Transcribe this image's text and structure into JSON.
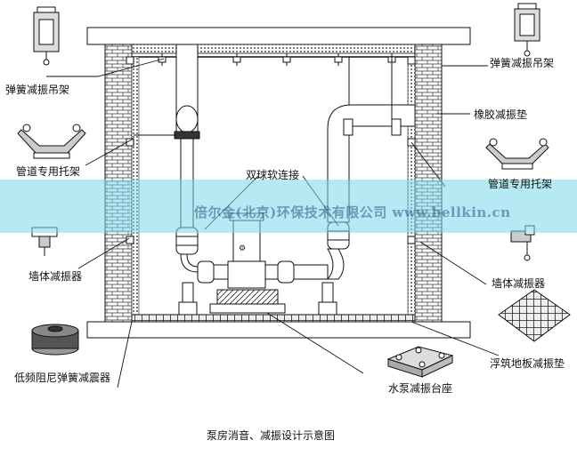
{
  "labels": {
    "spring_hanger_left": "弹簧减振吊架",
    "spring_hanger_right": "弹簧减振吊架",
    "pipe_bracket_left": "管道专用托架",
    "pipe_bracket_right": "管道专用托架",
    "rubber_pad": "橡胶减振垫",
    "twin_ball_joint": "双球软连接",
    "wall_isolator_left": "墙体减振器",
    "wall_isolator_right": "墙体减振器",
    "damped_spring_mount": "低频阻尼弹簧减震器",
    "floating_floor_pad": "浮筑地板减振垫",
    "pump_base": "水泵减振台座"
  },
  "watermark": "倍尔金(北京)环保技术有限公司 www.bellkin.cn",
  "caption": "泵房消音、减振设计示意图",
  "colors": {
    "banner": "#78d7eb",
    "line": "#111111"
  }
}
